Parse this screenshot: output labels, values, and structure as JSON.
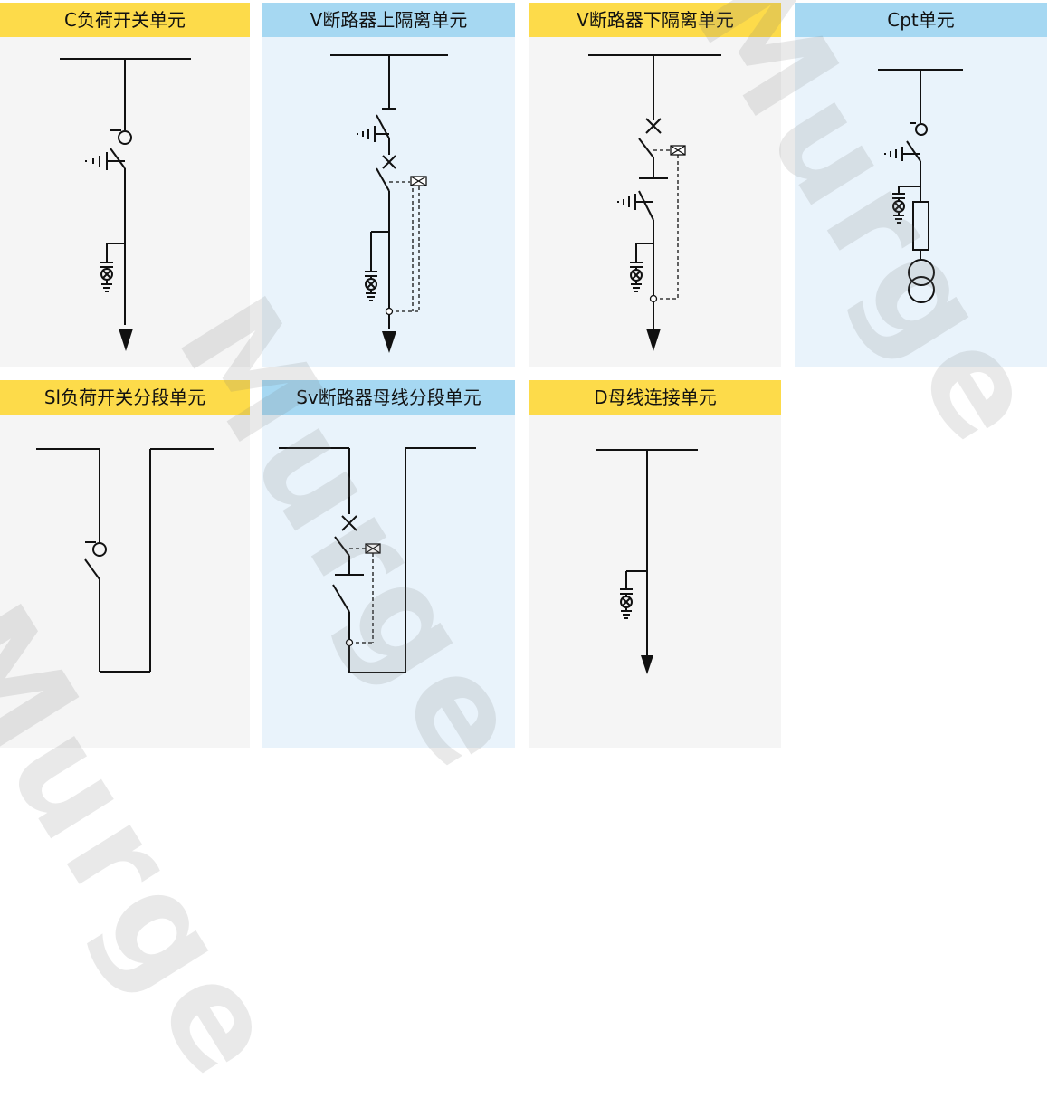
{
  "units": [
    {
      "title": "C负荷开关单元"
    },
    {
      "title": "V断路器上隔离单元"
    },
    {
      "title": "V断路器下隔离单元"
    },
    {
      "title": "Cpt单元"
    },
    {
      "title": "Sl负荷开关分段单元"
    },
    {
      "title": "Sv断路器母线分段单元"
    },
    {
      "title": "D母线连接单元"
    }
  ],
  "watermark": "Murge",
  "colors": {
    "title_yellow": "#fddb4a",
    "title_blue": "#a6d8f2",
    "panel_gray": "#f5f5f5",
    "panel_blue": "#e9f3fb",
    "line": "#111111"
  }
}
